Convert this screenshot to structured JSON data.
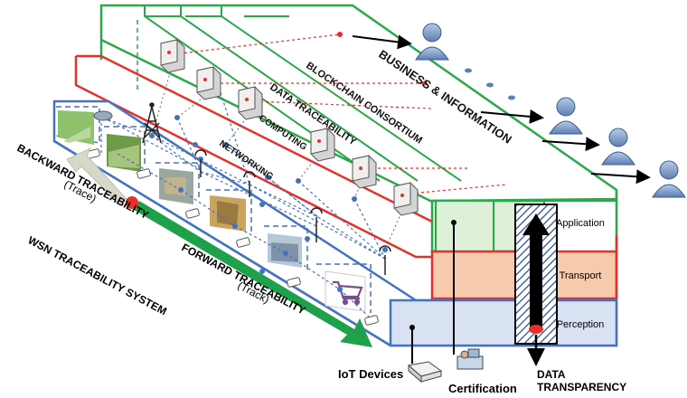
{
  "layers": {
    "application": "Application",
    "transport": "Transport",
    "perception": "Perception"
  },
  "slab_labels": {
    "business": "BUSINESS & INFORMATION",
    "blockchain": "BLOCKCHAIN CONSORTIUM",
    "data_traceability": "DATA TRACEABILITY",
    "computing": "COMPUTING",
    "networking": "NETWORKING"
  },
  "left_labels": {
    "backward": "BACKWARD TRACEABILITY",
    "backward_sub": "(Trace)",
    "forward": "FORWARD TRACEABILITY",
    "forward_sub": "(Track)",
    "wsn": "WSN TRACEABILITY SYSTEM"
  },
  "bottom_labels": {
    "iot": "IoT Devices",
    "certification": "Certification",
    "data_line1": "DATA",
    "data_line2": "TRANSPARENCY"
  },
  "colors": {
    "green": "#2aa84a",
    "red": "#e8302a",
    "blue": "#4472c4",
    "transport_fill": "#f7c9ad",
    "application_fill": "#dff0d8",
    "perception_fill": "#d9e2f2",
    "arrow_green": "#1fa04a",
    "arrow_gray": "#d8d8c8"
  },
  "icons": [
    "user-icon",
    "server-icon",
    "tower-icon",
    "antenna-icon",
    "sensor-icon",
    "cart-icon",
    "iot-device-icon",
    "certification-workstation-icon"
  ]
}
